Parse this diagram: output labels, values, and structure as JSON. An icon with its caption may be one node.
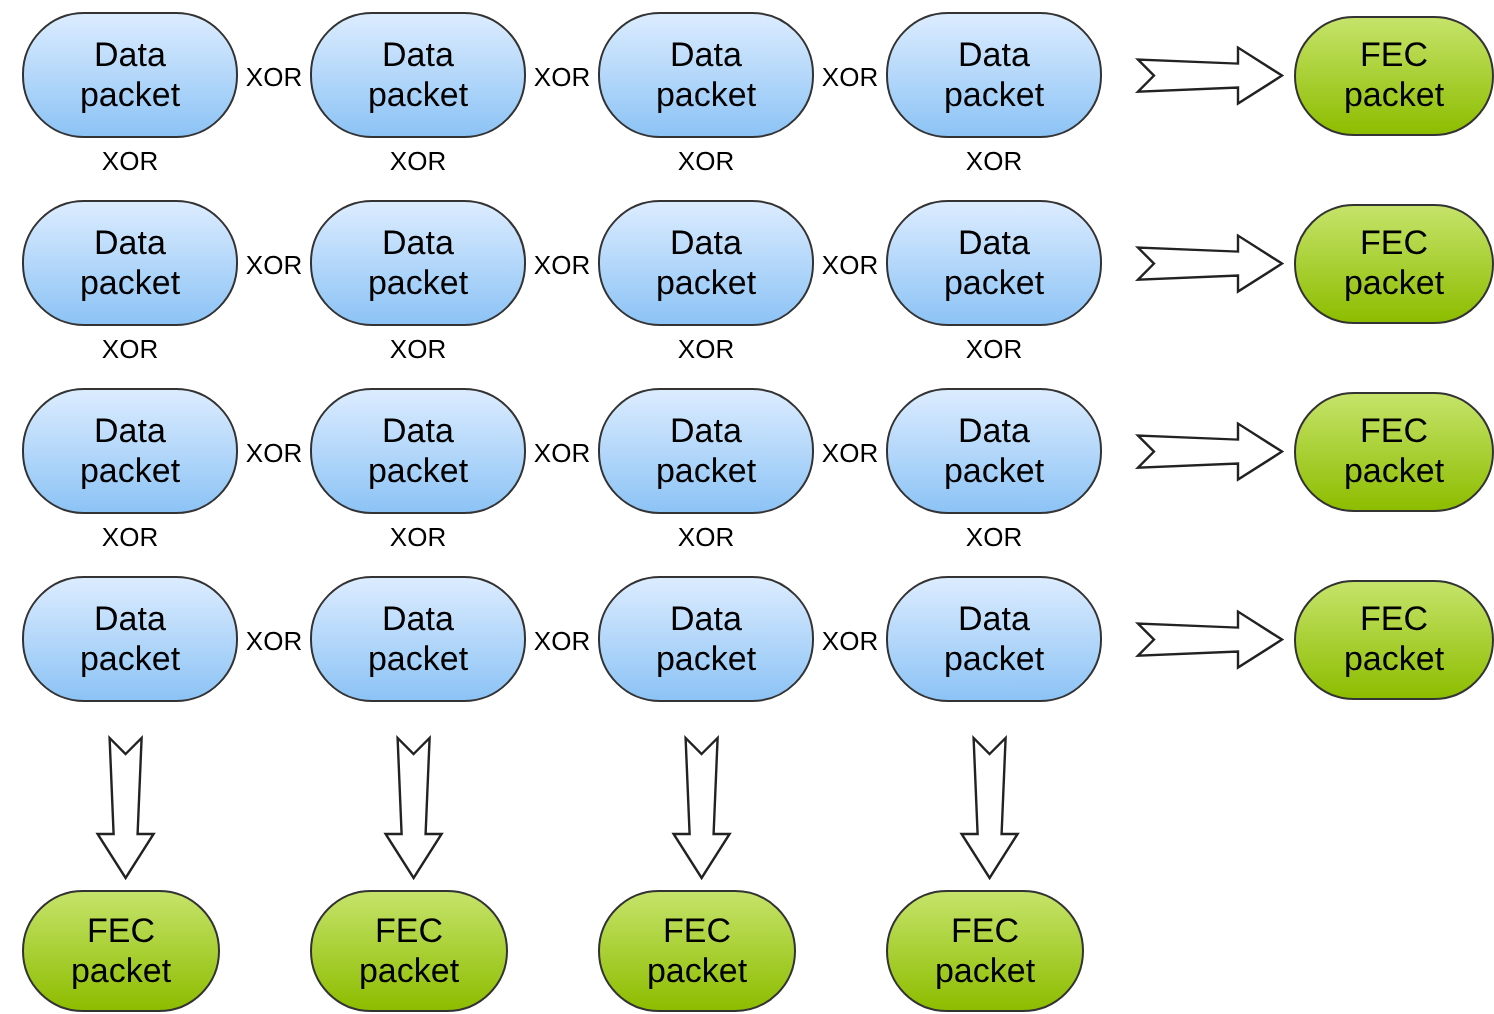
{
  "diagram": {
    "nodes": [
      {
        "text": [
          "Data packet"
        ]
      },
      {
        "text": [
          "Data packet"
        ]
      },
      {
        "text": [
          "Data packet"
        ]
      },
      {
        "text": [
          "Data packet"
        ]
      },
      {
        "text": [
          "Data packet"
        ]
      },
      {
        "text": [
          "Data packet"
        ]
      },
      {
        "text": [
          "Data packet"
        ]
      },
      {
        "text": [
          "Data packet"
        ]
      },
      {
        "text": [
          "Data packet"
        ]
      },
      {
        "text": [
          "Data packet"
        ]
      },
      {
        "text": [
          "Data packet"
        ]
      },
      {
        "text": [
          "Data packet"
        ]
      },
      {
        "text": [
          "Data packet"
        ]
      },
      {
        "text": [
          "Data packet"
        ]
      },
      {
        "text": [
          "Data packet"
        ]
      },
      {
        "text": [
          "Data packet"
        ]
      },
      {
        "text": [
          "FEC packet"
        ]
      },
      {
        "text": [
          "FEC packet"
        ]
      },
      {
        "text": [
          "FEC packet"
        ]
      },
      {
        "text": [
          "FEC packet"
        ]
      },
      {
        "text": [
          "FEC packet"
        ]
      },
      {
        "text": [
          "FEC packet"
        ]
      },
      {
        "text": [
          "FEC packet"
        ]
      },
      {
        "text": [
          "FEC packet"
        ]
      }
    ],
    "edges": [
      {
        "from": 3,
        "to": 16,
        "arrow": "to"
      },
      {
        "from": 7,
        "to": 17,
        "arrow": "to"
      },
      {
        "from": 11,
        "to": 18,
        "arrow": "to"
      },
      {
        "from": 15,
        "to": 19,
        "arrow": "to"
      },
      {
        "from": 12,
        "to": 20,
        "arrow": "to"
      },
      {
        "from": 13,
        "to": 21,
        "arrow": "to"
      },
      {
        "from": 14,
        "to": 22,
        "arrow": "to"
      },
      {
        "from": 15,
        "to": 23,
        "arrow": "to"
      }
    ],
    "labels": [
      "XOR",
      "XOR",
      "XOR",
      "XOR",
      "XOR",
      "XOR",
      "XOR",
      "XOR",
      "XOR",
      "XOR",
      "XOR",
      "XOR",
      "XOR",
      "XOR",
      "XOR",
      "XOR",
      "XOR",
      "XOR",
      "XOR",
      "XOR",
      "XOR",
      "XOR",
      "XOR",
      "XOR"
    ]
  }
}
